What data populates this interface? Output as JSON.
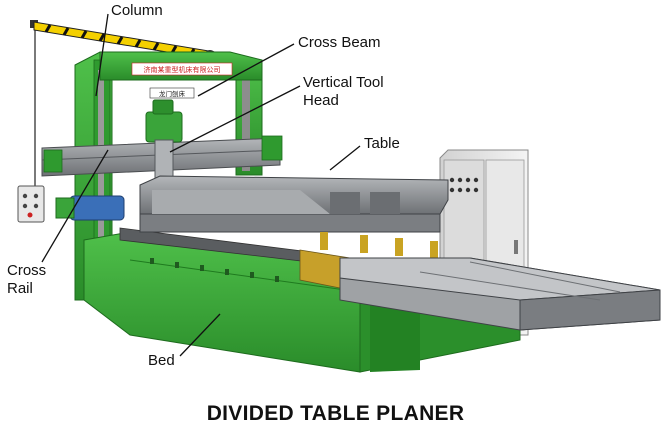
{
  "caption": "DIVIDED TABLE PLANER",
  "labels": {
    "column": "Column",
    "cross_beam": "Cross Beam",
    "vertical_tool_head_line1": "Vertical Tool",
    "vertical_tool_head_line2": "Head",
    "table": "Table",
    "cross_rail_line1": "Cross",
    "cross_rail_line2": "Rail",
    "bed": "Bed"
  },
  "machine_sign": {
    "top_text": "济南某重型机床有限公司",
    "plate_text": "龙门刨床"
  },
  "colors": {
    "machine_green": "#37a537",
    "machine_green_dark": "#227a22",
    "metal_grey": "#8f9296",
    "metal_grey_dark": "#5d6064",
    "cabinet": "#e6e6e6",
    "sign_yellow": "#f4d000"
  }
}
